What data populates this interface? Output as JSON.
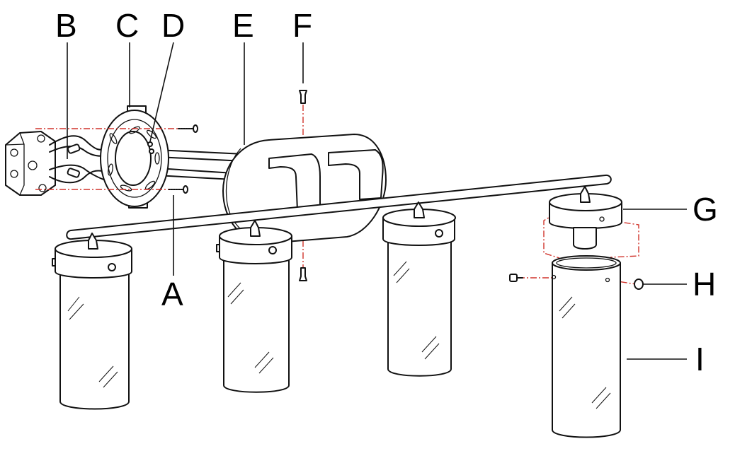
{
  "labels": {
    "A": "A",
    "B": "B",
    "C": "C",
    "D": "D",
    "E": "E",
    "F": "F",
    "G": "G",
    "H": "H",
    "I": "I"
  },
  "colors": {
    "line": "#111111",
    "guide": "#d0332b",
    "background": "#ffffff"
  }
}
